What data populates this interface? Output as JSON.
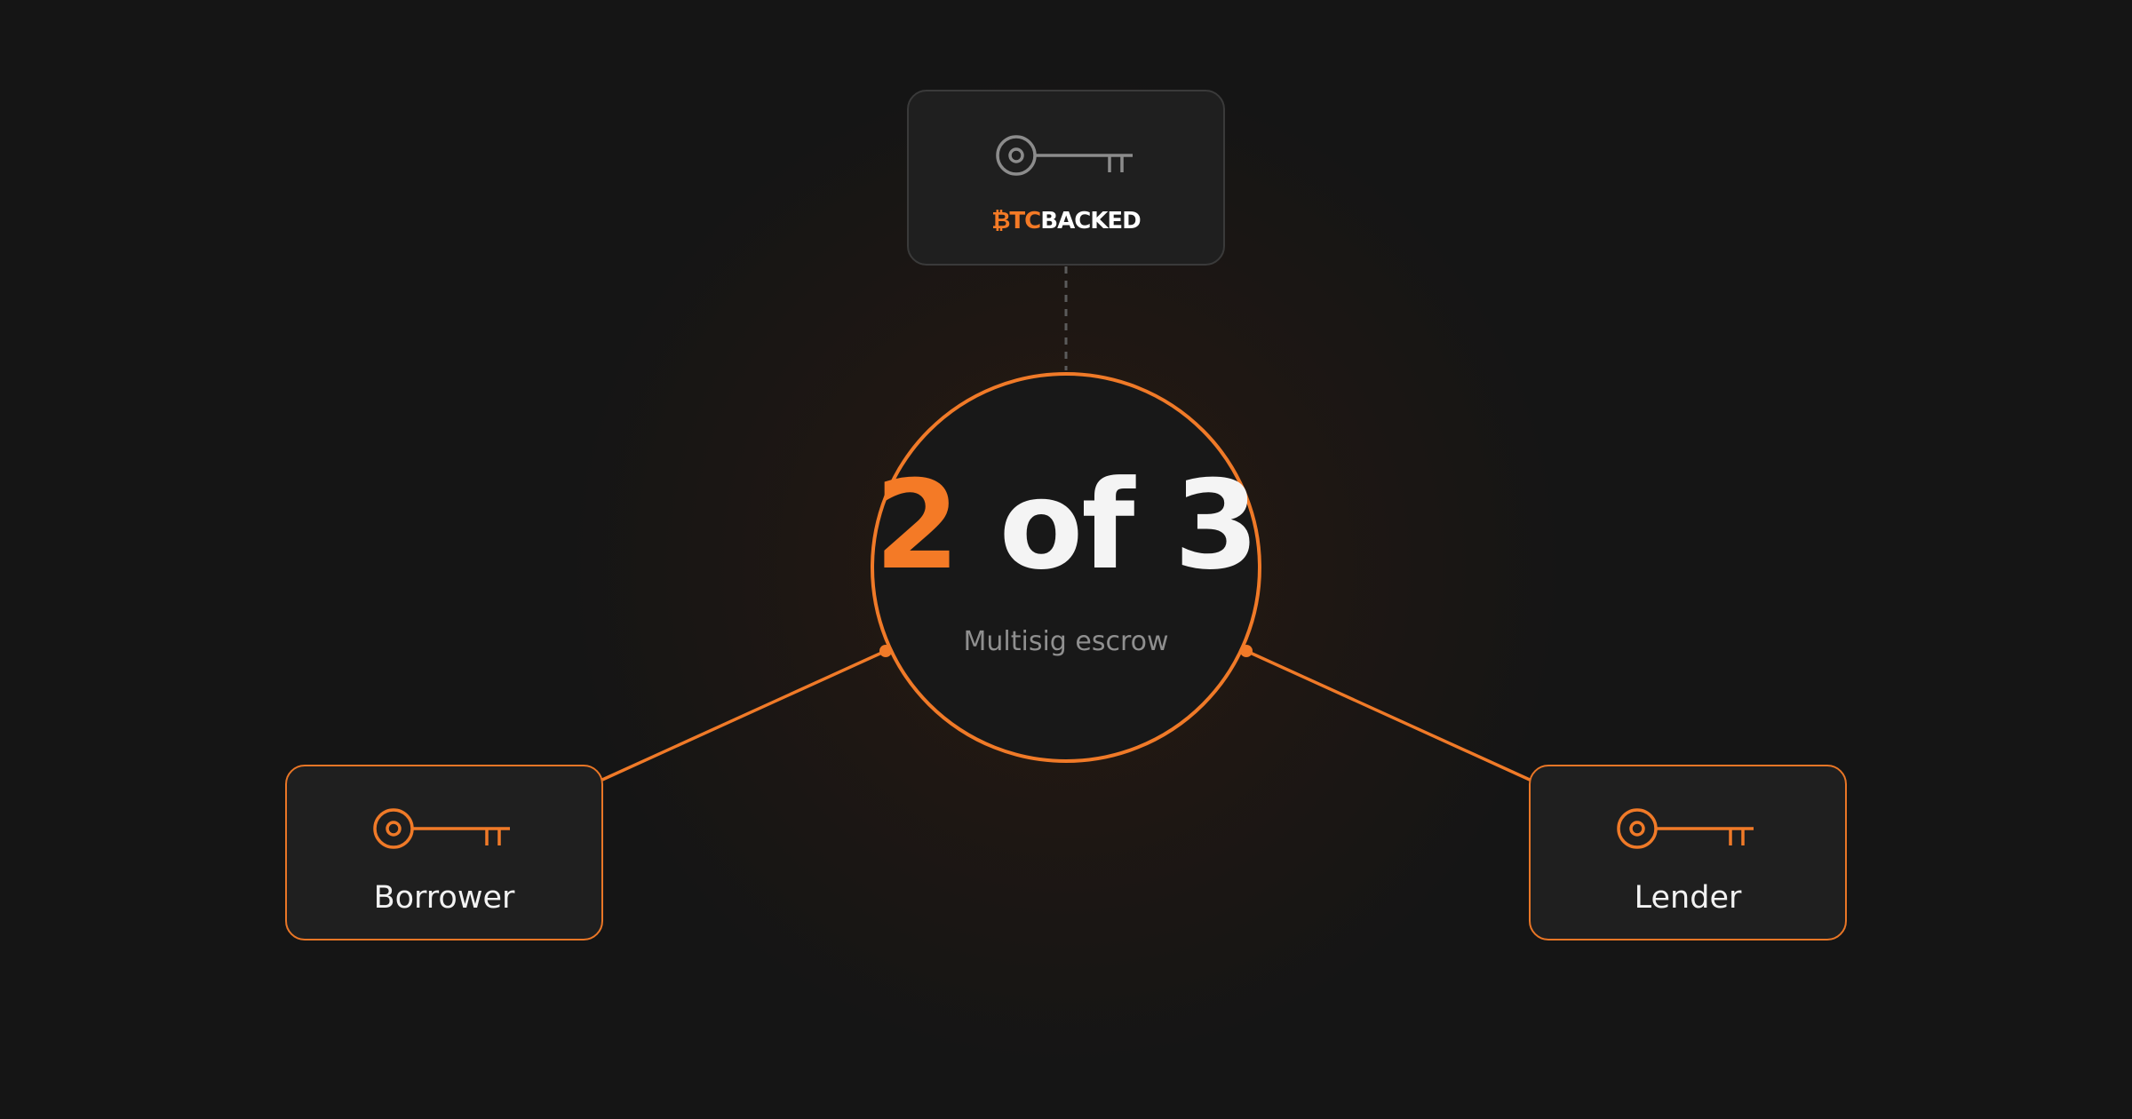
{
  "center": {
    "ratio_required": "2",
    "ratio_of": "of",
    "ratio_total": "3",
    "subtitle": "Multisig escrow"
  },
  "top_card": {
    "icon": "key-icon",
    "logo_accent": "₿TC",
    "logo_main": "BACKED"
  },
  "left_card": {
    "icon": "key-icon",
    "label": "Borrower"
  },
  "right_card": {
    "icon": "key-icon",
    "label": "Lender"
  },
  "colors": {
    "background": "#151515",
    "accent": "#f47a26",
    "card_background": "#1f1f1f",
    "muted_text": "#8f8f8f",
    "neutral_key": "#8c8c8c"
  }
}
